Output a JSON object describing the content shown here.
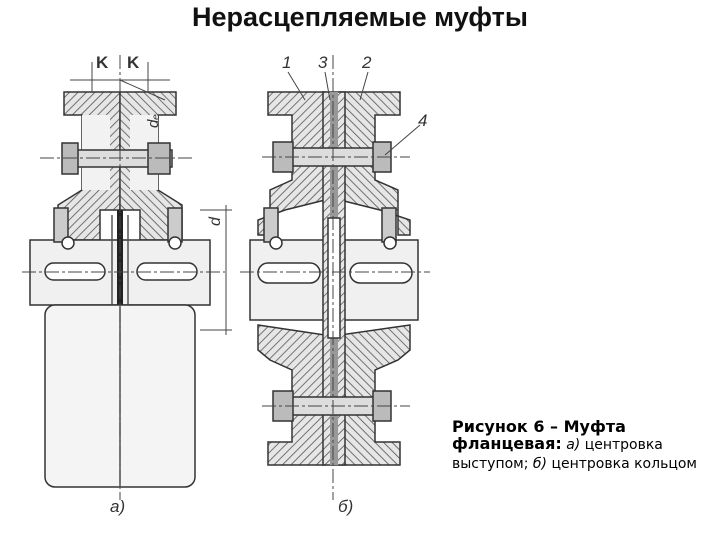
{
  "title": "Нерасцепляемые муфты",
  "figure": {
    "dim_k_left": "K",
    "dim_k_right": "K",
    "dim_de": "dₑ",
    "dim_d": "d",
    "part_1": "1",
    "part_2": "2",
    "part_3": "3",
    "part_4": "4",
    "label_a": "а)",
    "label_b": "б)"
  },
  "caption": {
    "lead": "Рисунок 6 – Муфта фланцевая:",
    "a_marker": "а)",
    "a_text": " центровка выступом;",
    "b_marker": "б)",
    "b_text": " центровка кольцом"
  }
}
